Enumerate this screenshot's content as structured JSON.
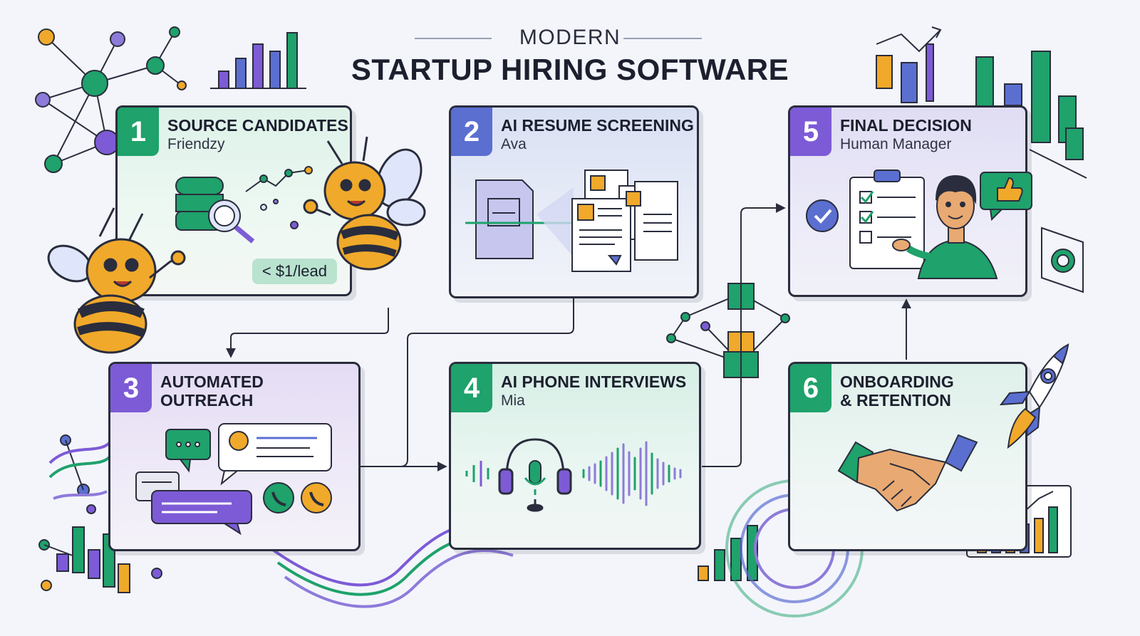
{
  "header": {
    "eyebrow": "MODERN",
    "title": "STARTUP HIRING SOFTWARE"
  },
  "steps": [
    {
      "number": "1",
      "title": "SOURCE CANDIDATES",
      "subtitle": "Friendzy",
      "badge": "< $1/lead"
    },
    {
      "number": "2",
      "title": "AI RESUME SCREENING",
      "subtitle": "Ava"
    },
    {
      "number": "3",
      "title": "AUTOMATED\nOUTREACH",
      "subtitle": ""
    },
    {
      "number": "4",
      "title": "AI PHONE INTERVIEWS",
      "subtitle": "Mia"
    },
    {
      "number": "5",
      "title": "FINAL DECISION",
      "subtitle": "Human Manager"
    },
    {
      "number": "6",
      "title": "ONBOARDING\n& RETENTION",
      "subtitle": ""
    }
  ],
  "colors": {
    "green": "#1fa26b",
    "blue": "#5b6fd1",
    "purple": "#7d5bd6",
    "orange": "#f0a92a",
    "ink": "#2a2d3d"
  },
  "icons": [
    "database-search-icon",
    "bee-mascot-icon",
    "resume-document-icon",
    "chat-bubble-icon",
    "phone-icon",
    "headset-icon",
    "checklist-icon",
    "manager-avatar-icon",
    "thumbs-up-icon",
    "handshake-icon",
    "rocket-icon",
    "bar-chart-icon",
    "network-icon",
    "cube-stack-icon"
  ]
}
